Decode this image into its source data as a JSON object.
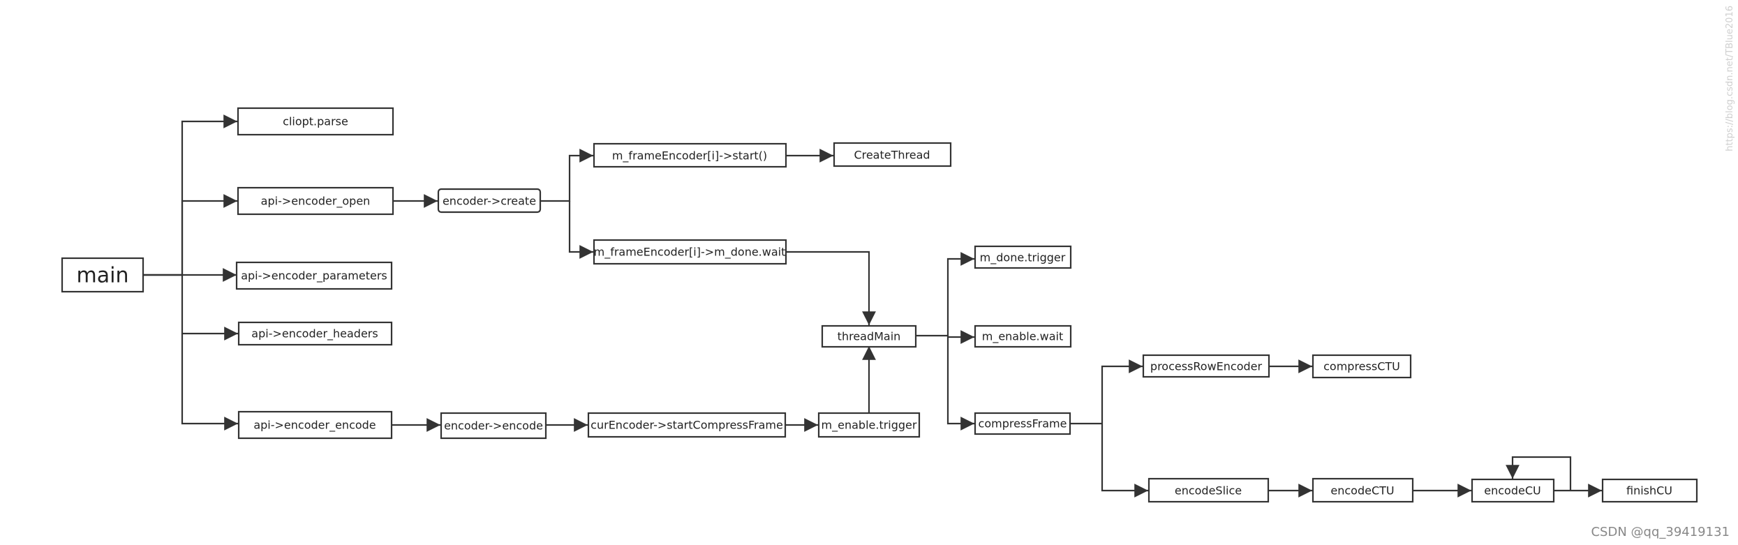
{
  "nodes": {
    "main": "main",
    "cliopt_parse": "cliopt.parse",
    "api_encoder_open": "api->encoder_open",
    "api_encoder_parameters": "api->encoder_parameters",
    "api_encoder_headers": "api->encoder_headers",
    "api_encoder_encode": "api->encoder_encode",
    "encoder_create": "encoder->create",
    "frame_encoder_start": "m_frameEncoder[i]->start()",
    "create_thread": "CreateThread",
    "frame_encoder_done_wait": "m_frameEncoder[i]->m_done.wait",
    "encoder_encode": "encoder->encode",
    "start_compress_frame": "curEncoder->startCompressFrame",
    "enable_trigger": "m_enable.trigger",
    "thread_main": "threadMain",
    "done_trigger": "m_done.trigger",
    "enable_wait": "m_enable.wait",
    "compress_frame": "compressFrame",
    "process_row_encoder": "processRowEncoder",
    "compress_ctu": "compressCTU",
    "encode_slice": "encodeSlice",
    "encode_ctu": "encodeCTU",
    "encode_cu": "encodeCU",
    "finish_cu": "finishCU"
  },
  "edges": [
    {
      "from": "main",
      "to": "cliopt_parse"
    },
    {
      "from": "main",
      "to": "api_encoder_open"
    },
    {
      "from": "main",
      "to": "api_encoder_parameters"
    },
    {
      "from": "main",
      "to": "api_encoder_headers"
    },
    {
      "from": "main",
      "to": "api_encoder_encode"
    },
    {
      "from": "api_encoder_open",
      "to": "encoder_create"
    },
    {
      "from": "encoder_create",
      "to": "frame_encoder_start"
    },
    {
      "from": "encoder_create",
      "to": "frame_encoder_done_wait"
    },
    {
      "from": "frame_encoder_start",
      "to": "create_thread"
    },
    {
      "from": "frame_encoder_done_wait",
      "to": "thread_main"
    },
    {
      "from": "api_encoder_encode",
      "to": "encoder_encode"
    },
    {
      "from": "encoder_encode",
      "to": "start_compress_frame"
    },
    {
      "from": "start_compress_frame",
      "to": "enable_trigger"
    },
    {
      "from": "enable_trigger",
      "to": "thread_main"
    },
    {
      "from": "thread_main",
      "to": "done_trigger"
    },
    {
      "from": "thread_main",
      "to": "enable_wait"
    },
    {
      "from": "thread_main",
      "to": "compress_frame"
    },
    {
      "from": "compress_frame",
      "to": "process_row_encoder"
    },
    {
      "from": "compress_frame",
      "to": "encode_slice"
    },
    {
      "from": "process_row_encoder",
      "to": "compress_ctu"
    },
    {
      "from": "encode_slice",
      "to": "encode_ctu"
    },
    {
      "from": "encode_ctu",
      "to": "encode_cu"
    },
    {
      "from": "encode_cu",
      "to": "finish_cu"
    },
    {
      "from": "encode_cu",
      "to": "encode_cu"
    }
  ],
  "footer": "CSDN @qq_39419131",
  "watermark": "https://blog.csdn.net/TBlue2016"
}
